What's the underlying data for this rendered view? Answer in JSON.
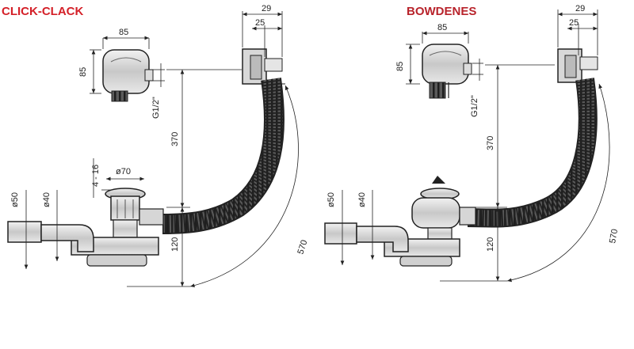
{
  "titles": {
    "left": "CLICK-CLACK",
    "right": "BOWDENES"
  },
  "colors": {
    "left_title": "#d42028",
    "right_title": "#b8232b"
  },
  "left": {
    "dims": {
      "w85": "85",
      "h85": "85",
      "g12": "G1/2\"",
      "d29": "29",
      "d25": "25",
      "h370": "370",
      "h120": "120",
      "l570": "570",
      "d50": "ø50",
      "d40": "ø40",
      "r416": "4 - 16",
      "d70": "ø70"
    }
  },
  "right": {
    "dims": {
      "w85": "85",
      "h85": "85",
      "g12": "G1/2\"",
      "d29": "29",
      "d25": "25",
      "h370": "370",
      "h120": "120",
      "l570": "570",
      "d50": "ø50",
      "d40": "ø40"
    }
  }
}
